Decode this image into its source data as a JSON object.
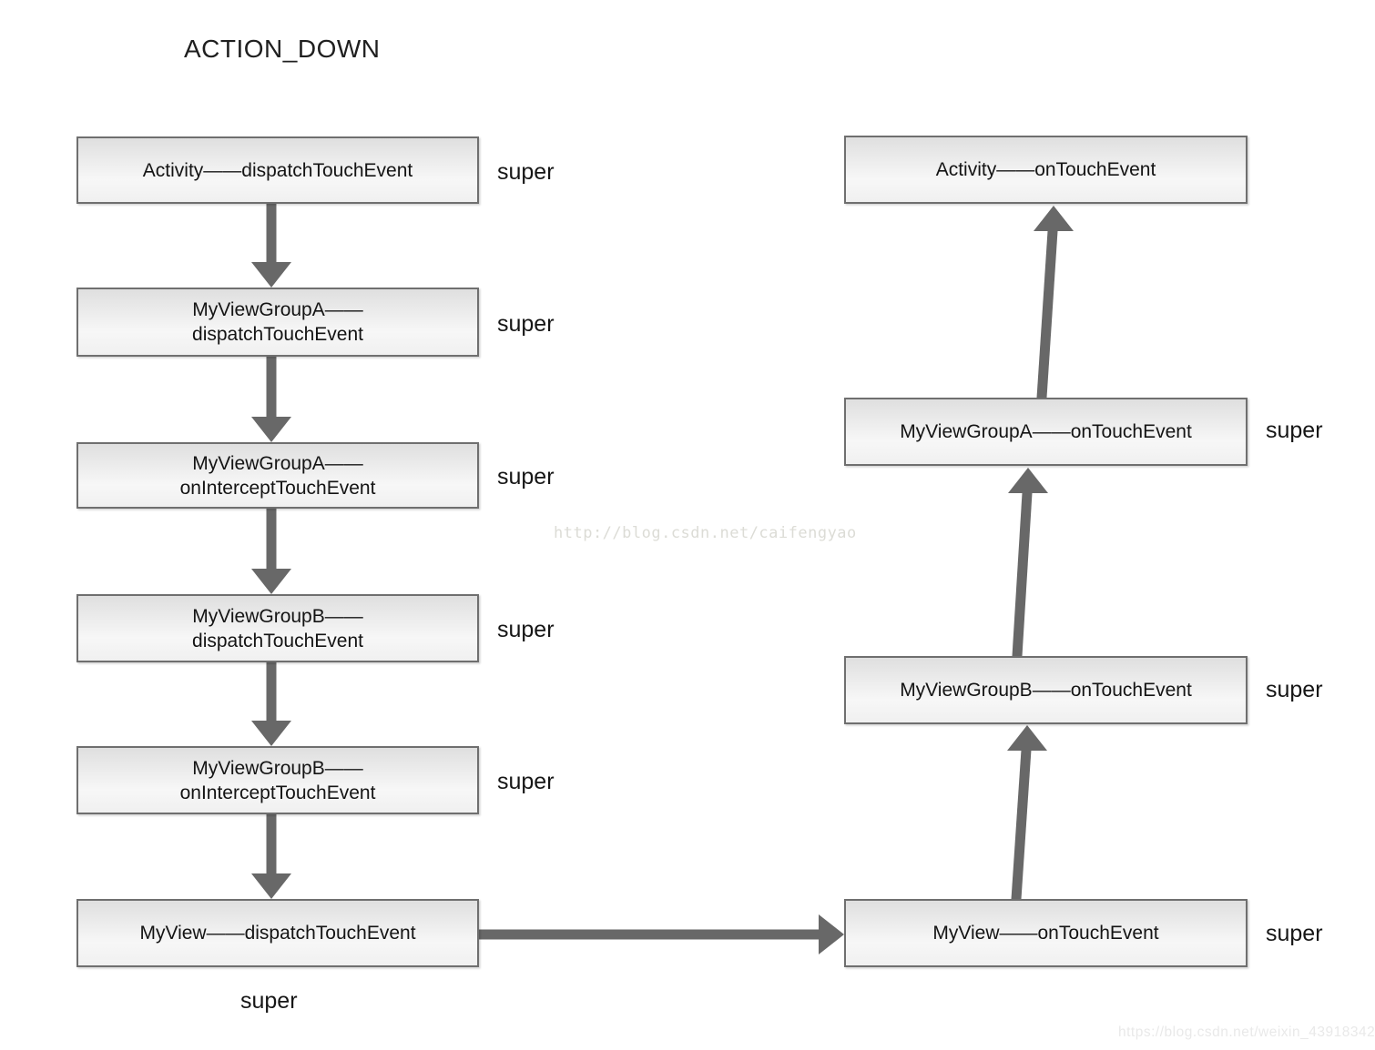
{
  "title": "ACTION_DOWN",
  "left_column": [
    {
      "line1": "Activity——dispatchTouchEvent",
      "line2": "",
      "super_label": "super"
    },
    {
      "line1": "MyViewGroupA——",
      "line2": "dispatchTouchEvent",
      "super_label": "super"
    },
    {
      "line1": "MyViewGroupA——",
      "line2": "onInterceptTouchEvent",
      "super_label": "super"
    },
    {
      "line1": "MyViewGroupB——",
      "line2": "dispatchTouchEvent",
      "super_label": "super"
    },
    {
      "line1": "MyViewGroupB——",
      "line2": "onInterceptTouchEvent",
      "super_label": "super"
    },
    {
      "line1": "MyView——dispatchTouchEvent",
      "line2": "",
      "super_label": "super"
    }
  ],
  "right_column": [
    {
      "line1": "Activity——onTouchEvent"
    },
    {
      "line1": "MyViewGroupA——onTouchEvent",
      "super_label": "super"
    },
    {
      "line1": "MyViewGroupB——onTouchEvent",
      "super_label": "super"
    },
    {
      "line1": "MyView——onTouchEvent",
      "super_label": "super"
    }
  ],
  "edges": [
    {
      "from": "Activity——dispatchTouchEvent",
      "to": "MyViewGroupA——dispatchTouchEvent",
      "direction": "down"
    },
    {
      "from": "MyViewGroupA——dispatchTouchEvent",
      "to": "MyViewGroupA——onInterceptTouchEvent",
      "direction": "down"
    },
    {
      "from": "MyViewGroupA——onInterceptTouchEvent",
      "to": "MyViewGroupB——dispatchTouchEvent",
      "direction": "down"
    },
    {
      "from": "MyViewGroupB——dispatchTouchEvent",
      "to": "MyViewGroupB——onInterceptTouchEvent",
      "direction": "down"
    },
    {
      "from": "MyViewGroupB——onInterceptTouchEvent",
      "to": "MyView——dispatchTouchEvent",
      "direction": "down"
    },
    {
      "from": "MyView——dispatchTouchEvent",
      "to": "MyView——onTouchEvent",
      "direction": "right"
    },
    {
      "from": "MyView——onTouchEvent",
      "to": "MyViewGroupB——onTouchEvent",
      "direction": "up"
    },
    {
      "from": "MyViewGroupB——onTouchEvent",
      "to": "MyViewGroupA——onTouchEvent",
      "direction": "up"
    },
    {
      "from": "MyViewGroupA——onTouchEvent",
      "to": "Activity——onTouchEvent",
      "direction": "up"
    }
  ],
  "watermarks": {
    "center": "http://blog.csdn.net/caifengyao",
    "corner": "https://blog.csdn.net/weixin_43918342"
  },
  "colors": {
    "background": "#ffffff",
    "box_border": "#6f6f6f",
    "box_fill_top": "#dfdfdf",
    "box_fill_bottom": "#f0f0f0",
    "arrow": "#686868",
    "text": "#141414",
    "watermark_center": "#dcdcd6",
    "watermark_corner": "#e9e9e9"
  }
}
